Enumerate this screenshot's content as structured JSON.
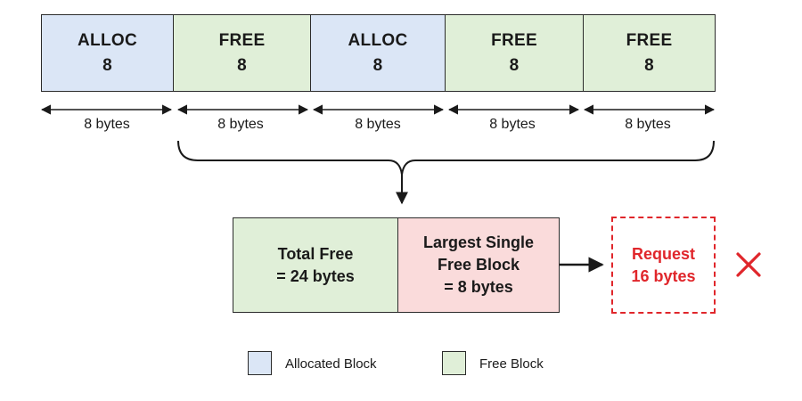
{
  "memory_blocks": [
    {
      "type": "ALLOC",
      "size": "8",
      "kind": "alloc"
    },
    {
      "type": "FREE",
      "size": "8",
      "kind": "free"
    },
    {
      "type": "ALLOC",
      "size": "8",
      "kind": "alloc"
    },
    {
      "type": "FREE",
      "size": "8",
      "kind": "free"
    },
    {
      "type": "FREE",
      "size": "8",
      "kind": "free"
    }
  ],
  "size_labels": [
    "8 bytes",
    "8 bytes",
    "8 bytes",
    "8 bytes",
    "8 bytes"
  ],
  "summary": {
    "total_free": [
      "Total Free",
      "= 24 bytes"
    ],
    "largest_free": [
      "Largest Single",
      "Free Block",
      "= 8 bytes"
    ]
  },
  "request": [
    "Request",
    "16 bytes"
  ],
  "result_icon": "cross-icon",
  "legend": [
    {
      "label": "Allocated Block",
      "color": "#dbe6f6"
    },
    {
      "label": "Free Block",
      "color": "#e0efd8"
    }
  ],
  "colors": {
    "alloc": "#dbe6f6",
    "free": "#e0efd8",
    "largest": "#fadbdb",
    "error": "#e0262b"
  }
}
